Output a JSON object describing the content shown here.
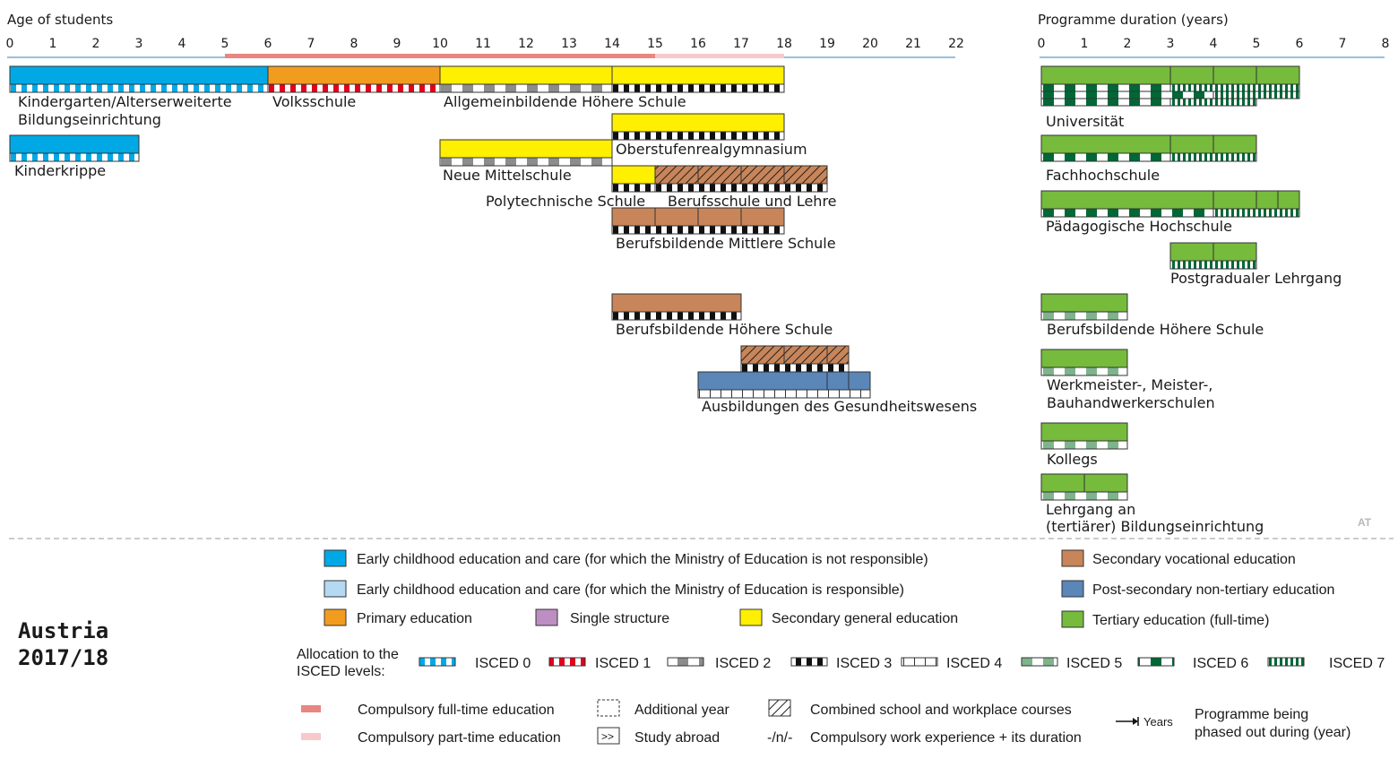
{
  "axes": {
    "age": {
      "title": "Age of students",
      "ticks": [
        "0",
        "1",
        "2",
        "3",
        "4",
        "5",
        "6",
        "7",
        "8",
        "9",
        "10",
        "11",
        "12",
        "13",
        "14",
        "15",
        "16",
        "17",
        "18",
        "19",
        "20",
        "21",
        "22"
      ]
    },
    "duration": {
      "title": "Programme duration (years)",
      "ticks": [
        "0",
        "1",
        "2",
        "3",
        "4",
        "5",
        "6",
        "7",
        "8"
      ]
    }
  },
  "compulsory": {
    "full_time": [
      5,
      15
    ],
    "part_time": [
      15,
      18
    ]
  },
  "programmes_age": [
    {
      "label": "Kindergarten/Alterserweiterte Bildungseinrichtung",
      "lines": [
        "Kindergarten/Alterserweiterte",
        "Bildungseinrichtung"
      ],
      "start": 0,
      "end": 6,
      "category": "ecec_not_moe",
      "isced": "ISCED 0",
      "dividers": []
    },
    {
      "label": "Volksschule",
      "lines": [
        "Volksschule"
      ],
      "start": 6,
      "end": 10,
      "category": "primary",
      "isced": "ISCED 1",
      "dividers": []
    },
    {
      "label": "Allgemeinbildende Höhere Schule",
      "lines": [
        "Allgemeinbildende Höhere Schule"
      ],
      "start": 10,
      "end": 18,
      "category": "secondary_general",
      "isced": "ISCED 2 / ISCED 3",
      "dividers": [
        14
      ]
    },
    {
      "label": "Kinderkrippe",
      "lines": [
        "Kinderkrippe"
      ],
      "start": 0,
      "end": 3,
      "category": "ecec_not_moe",
      "isced": "ISCED 0",
      "dividers": []
    },
    {
      "label": "Oberstufenrealgymnasium",
      "lines": [
        "Oberstufenrealgymnasium"
      ],
      "start": 14,
      "end": 18,
      "category": "secondary_general",
      "isced": "ISCED 3",
      "dividers": []
    },
    {
      "label": "Neue Mittelschule",
      "lines": [
        "Neue Mittelschule"
      ],
      "start": 10,
      "end": 14,
      "category": "secondary_general",
      "isced": "ISCED 2",
      "dividers": []
    },
    {
      "label": "Polytechnische Schule",
      "lines": [
        "Polytechnische Schule"
      ],
      "start": 14,
      "end": 15,
      "category": "secondary_general",
      "isced": "ISCED 3",
      "dividers": []
    },
    {
      "label": "Berufsschule und Lehre",
      "lines": [
        "Berufsschule und Lehre"
      ],
      "start": 15,
      "end": 19,
      "category": "secondary_vocational",
      "isced": "ISCED 3",
      "combined": true,
      "dividers": [
        16,
        17,
        18
      ]
    },
    {
      "label": "Berufsbildende Mittlere Schule",
      "lines": [
        "Berufsbildende Mittlere Schule"
      ],
      "start": 14,
      "end": 18,
      "category": "secondary_vocational",
      "isced": "ISCED 3",
      "dividers": [
        15,
        16,
        17
      ]
    },
    {
      "label": "Berufsbildende Höhere Schule",
      "lines": [
        "Berufsbildende Höhere Schule"
      ],
      "start": 14,
      "end": 17,
      "category": "secondary_vocational",
      "isced": "ISCED 3",
      "dividers": []
    },
    {
      "label": "",
      "lines": [],
      "start": 17,
      "end": 19.5,
      "category": "secondary_vocational",
      "isced": "ISCED 3",
      "combined": true,
      "dividers": [
        18,
        19
      ]
    },
    {
      "label": "Ausbildungen des Gesundheitswesens",
      "lines": [
        "Ausbildungen des Gesundheitswesens"
      ],
      "start": 16,
      "end": 20,
      "category": "post_secondary",
      "isced": "ISCED 4",
      "dividers": [
        19,
        19.5
      ]
    }
  ],
  "programmes_duration": [
    {
      "label": "Universität",
      "lines": [
        "Universität"
      ],
      "start": 0,
      "end": 6,
      "isced_rows": [
        "ISCED 6",
        "ISCED 6 / ISCED 7"
      ],
      "dividers": [
        3,
        4,
        5
      ]
    },
    {
      "label": "Fachhochschule",
      "lines": [
        "Fachhochschule"
      ],
      "start": 0,
      "end": 5,
      "isced_rows": [
        "ISCED 6 / ISCED 7"
      ],
      "dividers": [
        3,
        4
      ]
    },
    {
      "label": "Pädagogische Hochschule",
      "lines": [
        "Pädagogische Hochschule"
      ],
      "start": 0,
      "end": 6,
      "isced_rows": [
        "ISCED 6 / ISCED 7"
      ],
      "dividers": [
        4,
        5,
        5.5
      ]
    },
    {
      "label": "Postgradualer Lehrgang",
      "lines": [
        "Postgradualer Lehrgang"
      ],
      "start": 3,
      "end": 5,
      "isced_rows": [
        "ISCED 7"
      ],
      "dividers": [
        4
      ]
    },
    {
      "label": "Berufsbildende Höhere Schule",
      "lines": [
        "Berufsbildende Höhere Schule"
      ],
      "start": 0,
      "end": 2,
      "isced_rows": [
        "ISCED 5"
      ],
      "dividers": []
    },
    {
      "label": "Werkmeister-, Meister-, Bauhandwerkerschulen",
      "lines": [
        "Werkmeister-, Meister-,",
        "Bauhandwerkerschulen"
      ],
      "start": 0,
      "end": 2,
      "isced_rows": [
        "ISCED 5"
      ],
      "dividers": []
    },
    {
      "label": "Kollegs",
      "lines": [
        "Kollegs"
      ],
      "start": 0,
      "end": 2,
      "isced_rows": [
        "ISCED 5"
      ],
      "dividers": []
    },
    {
      "label": "Lehrgang an (tertiärer) Bildungseinrichtung",
      "lines": [
        "Lehrgang an",
        "(tertiärer) Bildungseinrichtung"
      ],
      "start": 0,
      "end": 2,
      "isced_rows": [
        "ISCED 5"
      ],
      "dividers": [
        1
      ]
    }
  ],
  "country_code": "AT",
  "country": {
    "name": "Austria",
    "year": "2017/18"
  },
  "colors": {
    "ecec_not_moe": "#00a9e6",
    "ecec_moe": "#b4d9f2",
    "primary": "#f29c1f",
    "single_structure": "#bd8ec2",
    "secondary_general": "#ffef00",
    "secondary_vocational": "#c88559",
    "post_secondary": "#5a86b8",
    "tertiary": "#76bb3c",
    "compulsory_full": "#e8867f",
    "compulsory_part": "#f7c9cb",
    "axis": "#79a8d6"
  },
  "legend": {
    "categories": [
      {
        "key": "ecec_not_moe",
        "label": "Early childhood education and care (for which the Ministry of Education is not responsible)"
      },
      {
        "key": "ecec_moe",
        "label": "Early childhood education and care (for which the Ministry of Education is responsible)"
      },
      {
        "key": "primary",
        "label": "Primary education"
      },
      {
        "key": "single_structure",
        "label": "Single structure"
      },
      {
        "key": "secondary_general",
        "label": "Secondary general education"
      },
      {
        "key": "secondary_vocational",
        "label": "Secondary vocational education"
      },
      {
        "key": "post_secondary",
        "label": "Post-secondary non-tertiary education"
      },
      {
        "key": "tertiary",
        "label": "Tertiary education (full-time)"
      }
    ],
    "isced_title_lines": [
      "Allocation to the",
      "ISCED levels:"
    ],
    "isced": [
      "ISCED 0",
      "ISCED 1",
      "ISCED 2",
      "ISCED 3",
      "ISCED 4",
      "ISCED 5",
      "ISCED 6",
      "ISCED 7"
    ],
    "misc": {
      "compulsory_full": "Compulsory full-time education",
      "compulsory_part": "Compulsory part-time education",
      "additional_year": "Additional year",
      "study_abroad": "Study abroad",
      "study_abroad_symbol": ">>",
      "combined": "Combined school and workplace courses",
      "work_experience_symbol": "-/n/-",
      "work_experience": "Compulsory work experience + its duration",
      "years_symbol": "Years",
      "phased_out_lines": [
        "Programme being",
        "phased out during (year)"
      ]
    }
  }
}
